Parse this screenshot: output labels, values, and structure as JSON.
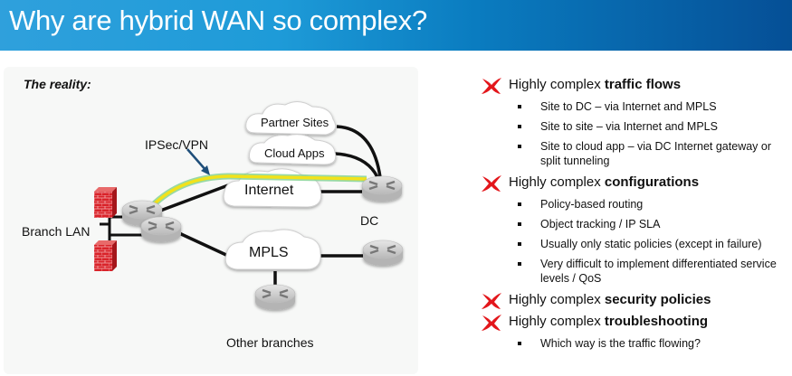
{
  "title": "Why are hybrid WAN so complex?",
  "diagram": {
    "heading": "The reality:",
    "labels": {
      "ipsec": "IPSec/VPN",
      "branch_lan": "Branch LAN",
      "dc": "DC",
      "other_branches": "Other branches"
    },
    "clouds": {
      "partner_sites": "Partner Sites",
      "cloud_apps": "Cloud Apps",
      "internet": "Internet",
      "mpls": "MPLS"
    },
    "colors": {
      "vpn_tunnel": "#f2e21a",
      "vpn_glow": "#7fd18f",
      "firewall": "#d9232a",
      "arrow": "#1f4f7a"
    }
  },
  "points": [
    {
      "prefix": "Highly complex ",
      "bold": "traffic flows",
      "subs": [
        "Site to DC – via Internet and MPLS",
        "Site to site – via Internet and MPLS",
        "Site to cloud app – via DC Internet gateway or split tunneling"
      ]
    },
    {
      "prefix": "Highly complex ",
      "bold": "configurations",
      "subs": [
        "Policy-based routing",
        "Object tracking / IP SLA",
        "Usually only static policies (except in failure)",
        "Very difficult to implement differentiated service levels / QoS"
      ]
    },
    {
      "prefix": "Highly complex ",
      "bold": "security policies",
      "subs": []
    },
    {
      "prefix": "Highly complex ",
      "bold": "troubleshooting",
      "subs": [
        "Which way is the traffic flowing?"
      ]
    }
  ],
  "icons": {
    "cross": "red-x-icon",
    "router": "router-icon",
    "firewall": "firewall-icon",
    "cloud": "cloud-icon"
  },
  "accent": "#1e9bd8",
  "cross_color": "#e3161b"
}
